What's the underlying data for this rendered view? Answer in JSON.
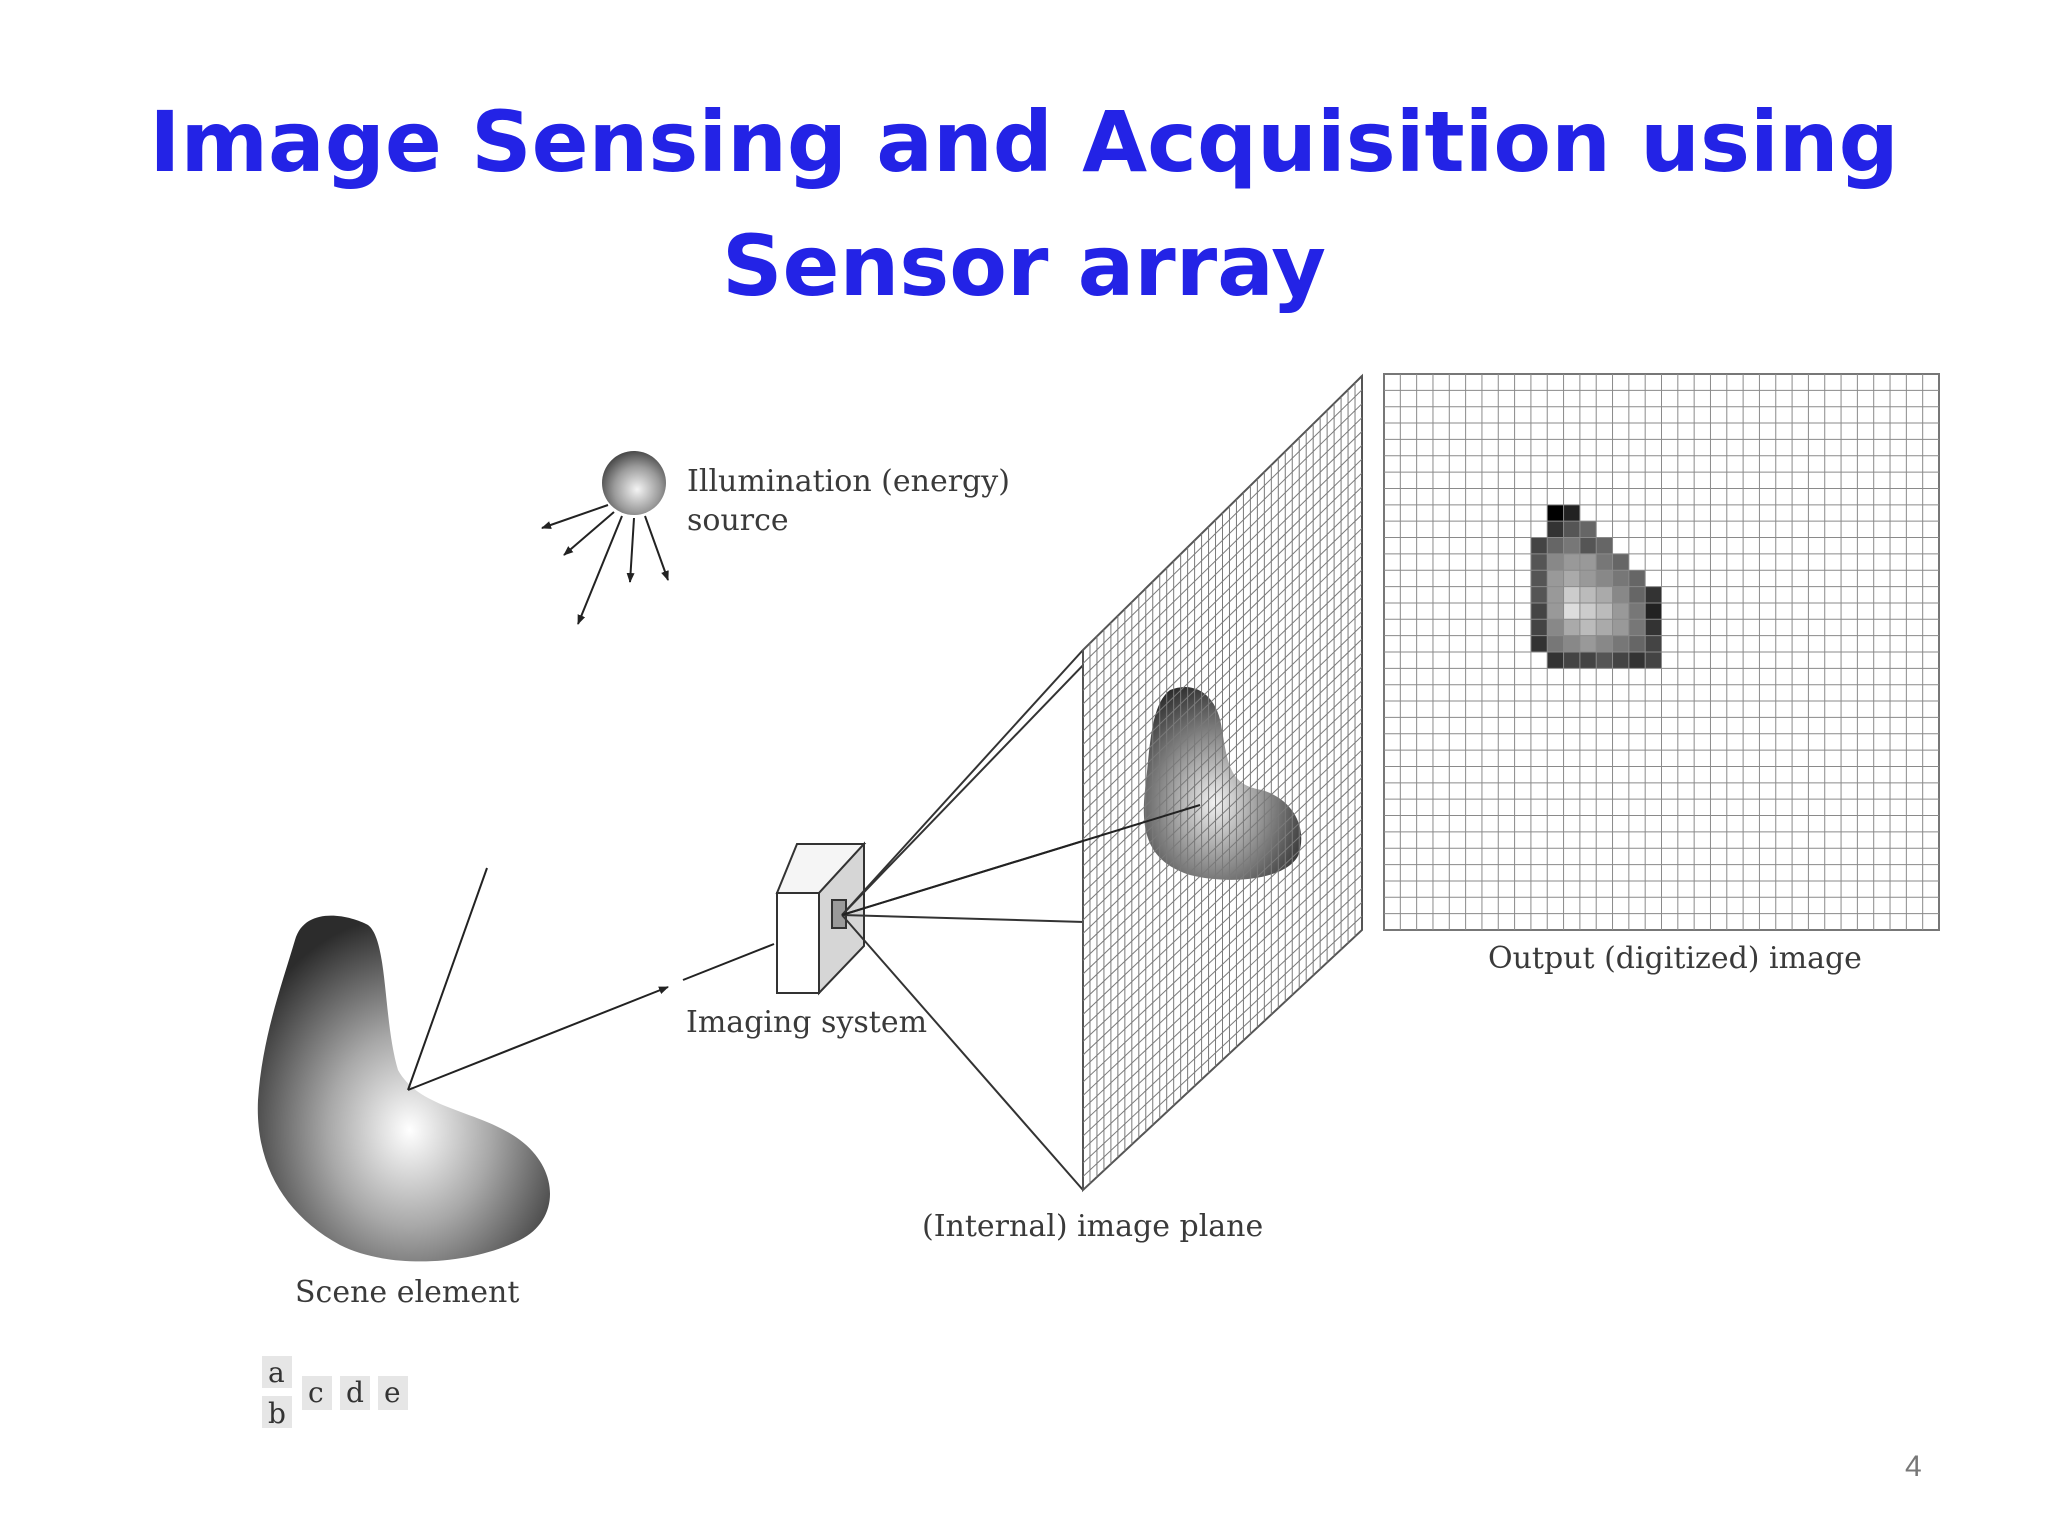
{
  "slide": {
    "title_line1": "Image Sensing and Acquisition using",
    "title_line2": "Sensor array",
    "page_number": "4"
  },
  "labels": {
    "illumination_line1": "Illumination (energy)",
    "illumination_line2": "source",
    "imaging_system": "Imaging system",
    "image_plane": "(Internal) image plane",
    "output_image": "Output (digitized) image",
    "scene_element": "Scene element"
  },
  "panel_letters": [
    "a",
    "b",
    "c",
    "d",
    "e"
  ],
  "colors": {
    "title": "#2323e6",
    "grid": "#8a8a8a",
    "line": "#333333"
  }
}
